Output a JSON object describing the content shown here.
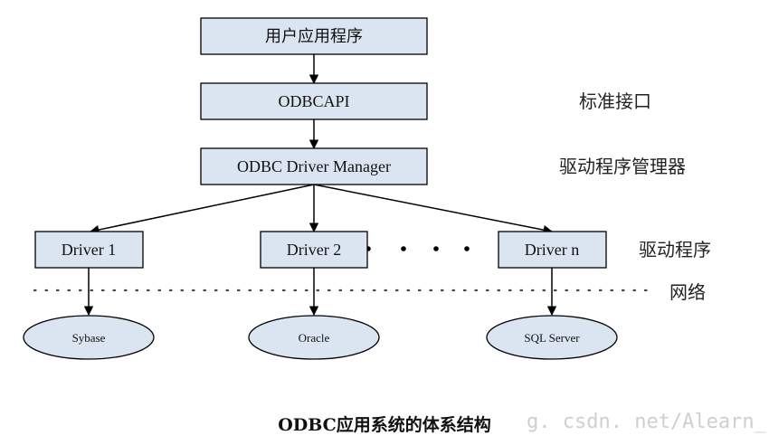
{
  "boxes": {
    "user_app": "用户应用程序",
    "odbc_api": "ODBCAPI",
    "driver_manager": "ODBC Driver Manager",
    "driver1": "Driver 1",
    "driver2": "Driver 2",
    "drivern": "Driver n"
  },
  "databases": {
    "sybase": "Sybase",
    "oracle": "Oracle",
    "sqlserver": "SQL Server"
  },
  "side_labels": {
    "standard_interface": "标准接口",
    "driver_manager": "驱动程序管理器",
    "driver": "驱动程序",
    "network": "网络"
  },
  "caption": "ODBC应用系统的体系结构",
  "watermark": "g. csdn. net/Alearn_",
  "colors": {
    "box_fill": "#dbe5f1",
    "stroke": "#000000"
  }
}
